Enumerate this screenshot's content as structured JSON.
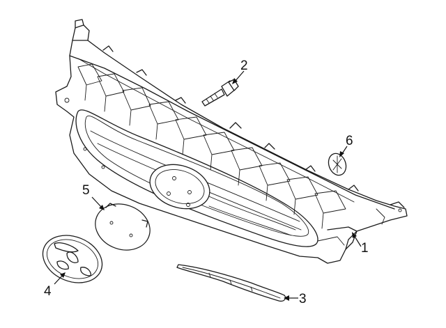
{
  "callouts": [
    {
      "id": "1",
      "label": "1",
      "part": "grille-assembly"
    },
    {
      "id": "2",
      "label": "2",
      "part": "bolt"
    },
    {
      "id": "3",
      "label": "3",
      "part": "molding"
    },
    {
      "id": "4",
      "label": "4",
      "part": "emblem"
    },
    {
      "id": "5",
      "label": "5",
      "part": "emblem-base"
    },
    {
      "id": "6",
      "label": "6",
      "part": "clip"
    }
  ],
  "colors": {
    "line": "#1a1a1a",
    "background": "#ffffff"
  }
}
